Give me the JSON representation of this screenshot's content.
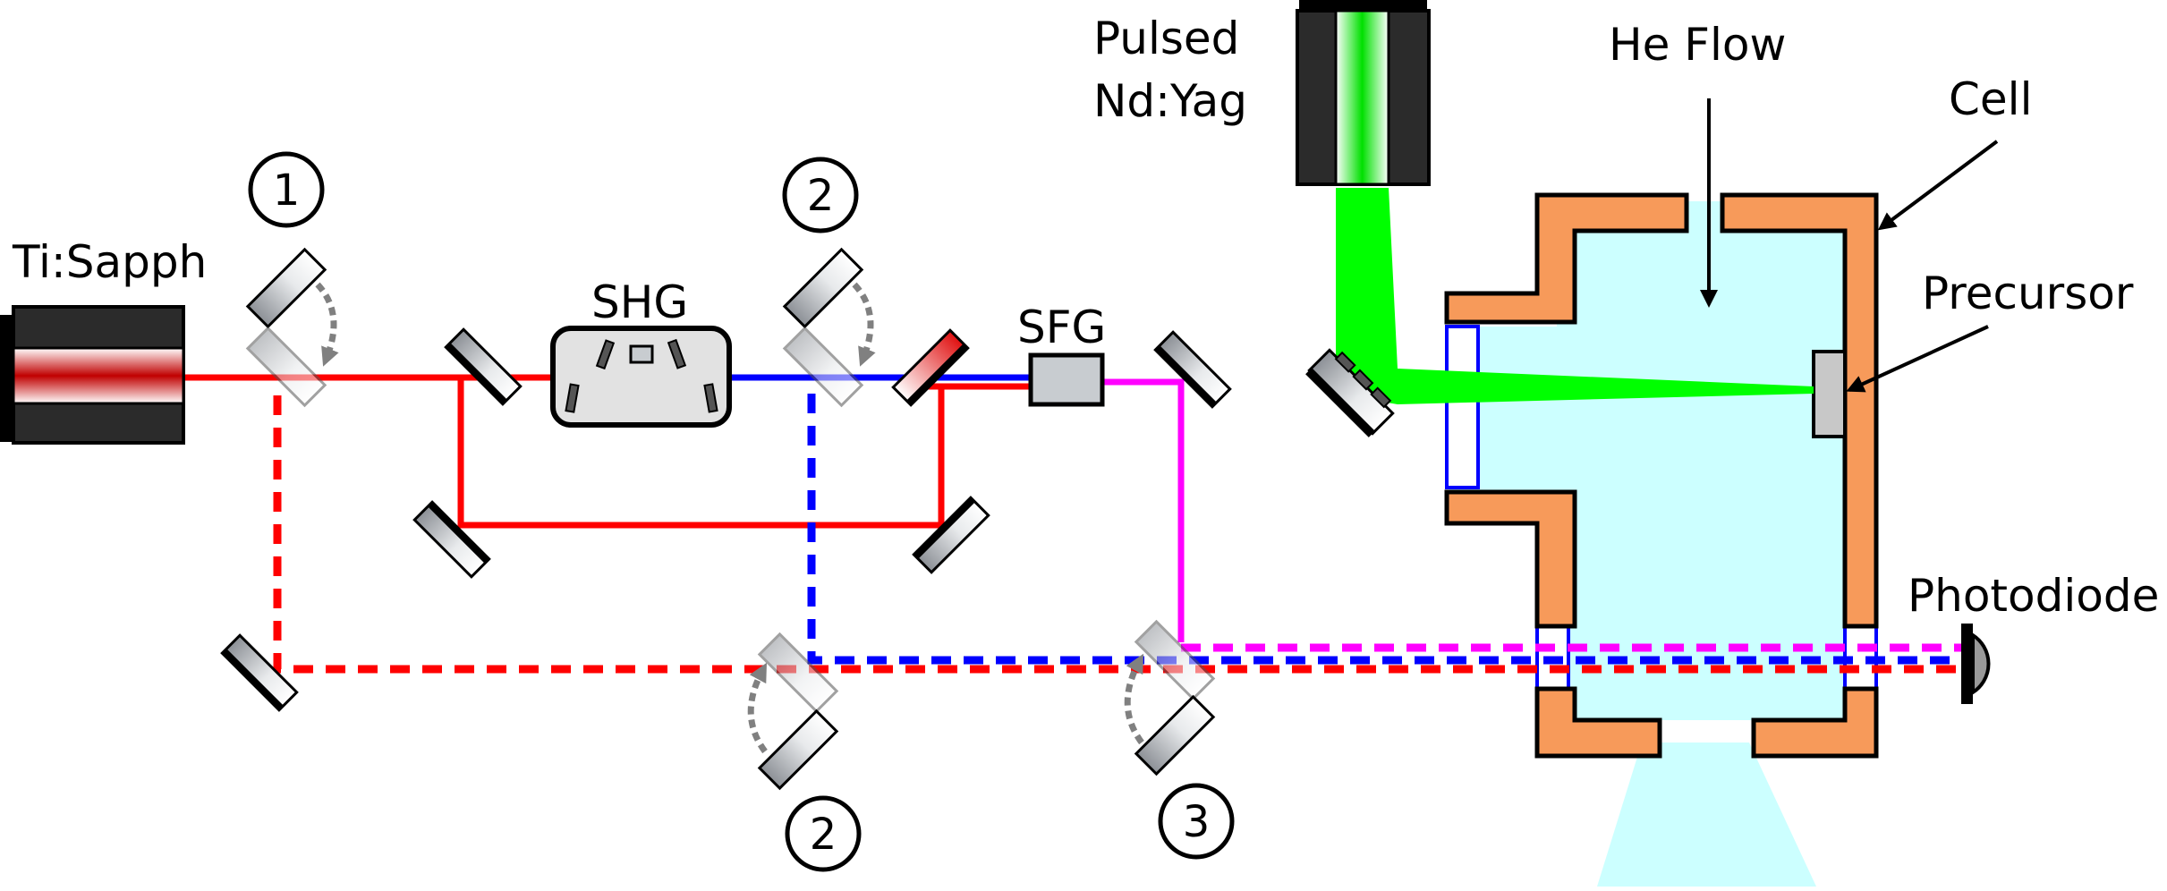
{
  "labels": {
    "ti_sapph": "Ti:Sapph",
    "pulsed": "Pulsed",
    "nd_yag": "Nd:Yag",
    "he_flow": "He Flow",
    "cell": "Cell",
    "precursor": "Precursor",
    "photodiode": "Photodiode",
    "shg": "SHG",
    "sfg": "SFG"
  },
  "markers": {
    "m1": "1",
    "m2_top": "2",
    "m2_bottom": "2",
    "m3": "3"
  },
  "colors": {
    "fundamental_beam": "#ff0000",
    "second_harmonic_beam": "#0000ff",
    "sum_frequency_beam": "#ff00ff",
    "ablation_beam": "#00ff00",
    "cell_wall": "#f79a5a",
    "gas_region": "#ccffff",
    "laser_body": "#2b2b2b",
    "mirror_gray": "#c8ccd0"
  }
}
